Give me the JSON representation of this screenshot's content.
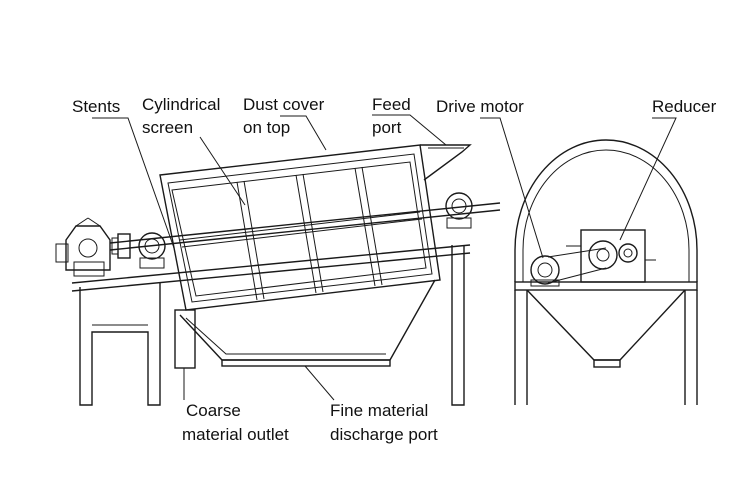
{
  "labels": {
    "stents": "Stents",
    "cyl_1": "Cylindrical",
    "cyl_2": "screen",
    "dust_1": "Dust cover",
    "dust_2": "on top",
    "feed_1": "Feed",
    "feed_2": "port",
    "drive_motor": "Drive motor",
    "reducer": "Reducer",
    "coarse_1": "Coarse",
    "coarse_2": "material outlet",
    "fine_1": "Fine material",
    "fine_2": "discharge port"
  },
  "colors": {
    "line": "#1a1a1a",
    "background": "#ffffff"
  }
}
